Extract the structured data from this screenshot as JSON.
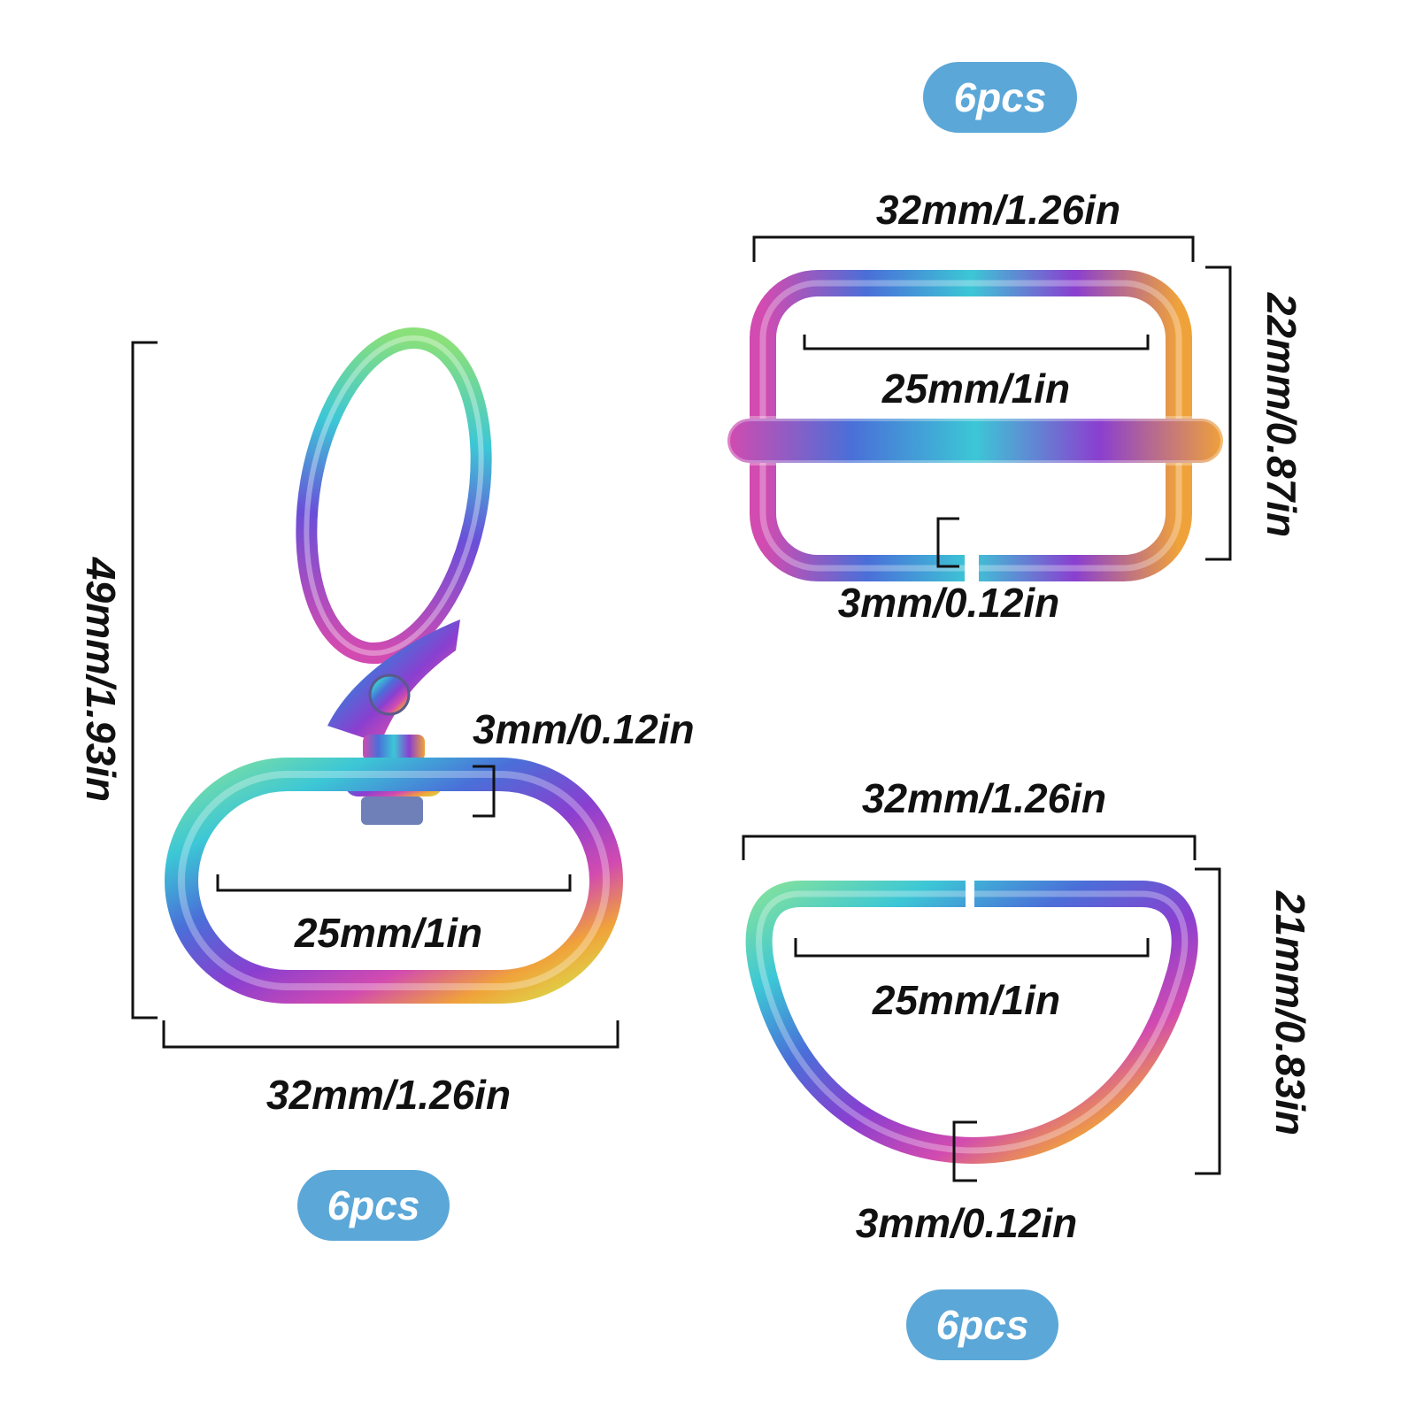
{
  "colors": {
    "badge": "#5ba7d8",
    "dimension_text": "#111111",
    "metal_gradient": [
      "#7fe0a0",
      "#3cc7d6",
      "#4a6fd8",
      "#8a3fd0",
      "#d24bb0",
      "#f0a23a",
      "#d8e24a"
    ]
  },
  "swivel_clasp": {
    "quantity": "6pcs",
    "height": "49mm/1.93in",
    "width": "32mm/1.26in",
    "inner_width": "25mm/1in",
    "thickness": "3mm/0.12in"
  },
  "slider_buckle": {
    "quantity": "6pcs",
    "width": "32mm/1.26in",
    "height": "22mm/0.87in",
    "inner_width": "25mm/1in",
    "thickness": "3mm/0.12in"
  },
  "d_ring": {
    "quantity": "6pcs",
    "width": "32mm/1.26in",
    "height": "21mm/0.83in",
    "inner_width": "25mm/1in",
    "thickness": "3mm/0.12in"
  }
}
